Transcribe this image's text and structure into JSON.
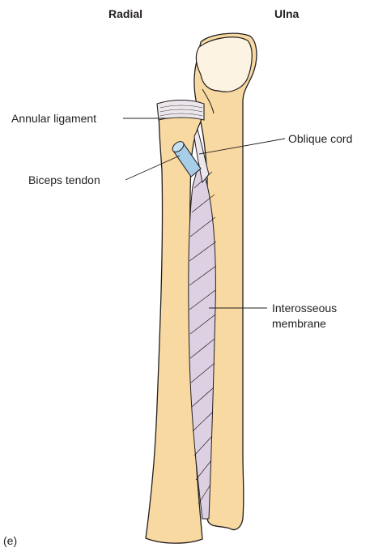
{
  "headings": {
    "radial": "Radial",
    "ulna": "Ulna"
  },
  "labels": {
    "annular_ligament": "Annular ligament",
    "oblique_cord": "Oblique cord",
    "biceps_tendon": "Biceps tendon",
    "interosseous_line1": "Interosseous",
    "interosseous_line2": "membrane"
  },
  "panel_label": "(e)",
  "colors": {
    "bone_fill": "#f8d9a2",
    "bone_stroke": "#231f20",
    "ulna_head_fill": "#fdf3e2",
    "membrane_fill": "#ddd0e2",
    "ligament_fill": "#ece7ec",
    "tendon_fill": "#a7cde8"
  }
}
